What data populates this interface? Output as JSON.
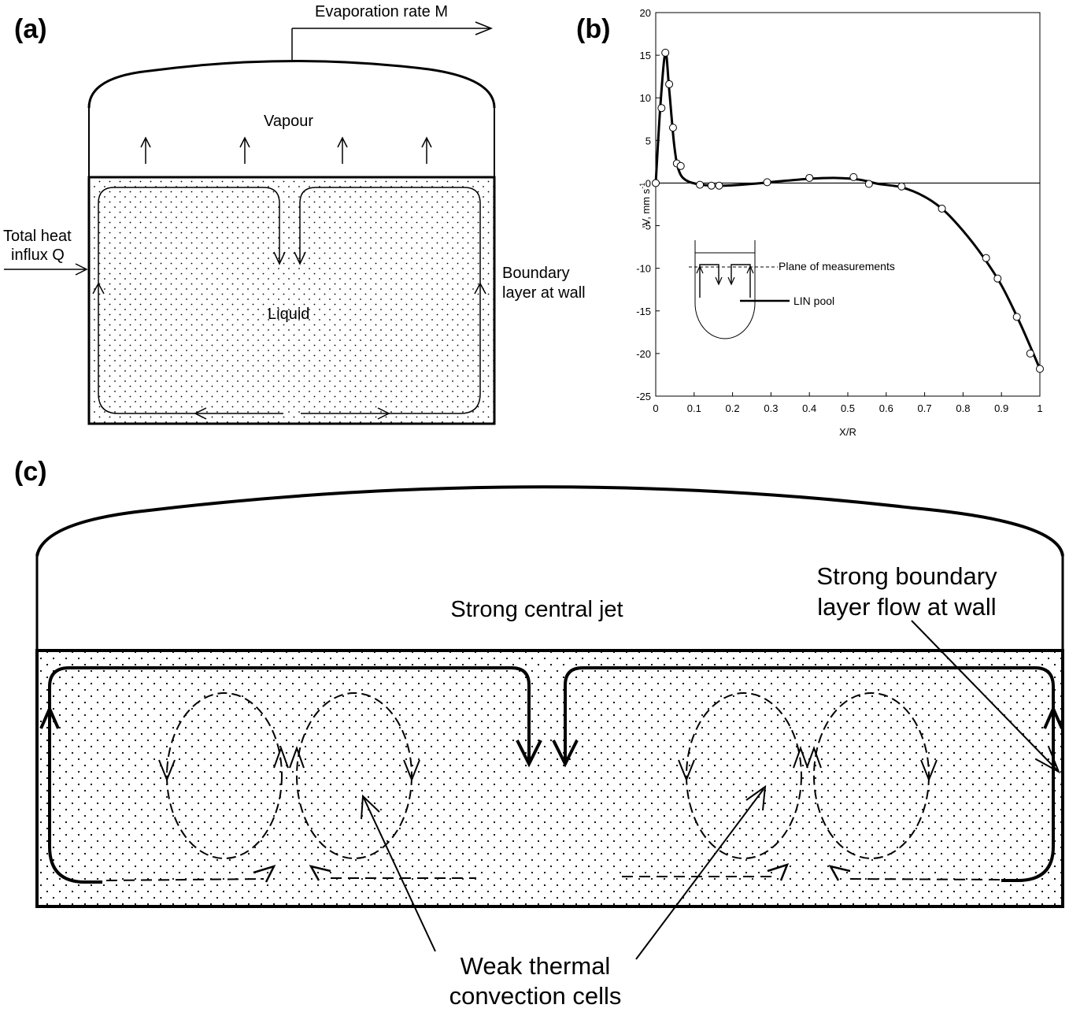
{
  "panels": {
    "a": {
      "label": "(a)",
      "evaporation": "Evaporation rate M",
      "vapour": "Vapour",
      "liquid": "Liquid",
      "heat_line1": "Total heat",
      "heat_line2": "influx Q",
      "boundary_line1": "Boundary",
      "boundary_line2": "layer at wall"
    },
    "b": {
      "label": "(b)",
      "plane_label": "Plane of measurements",
      "pool_label": "LIN pool"
    },
    "c": {
      "label": "(c)",
      "central_jet": "Strong central jet",
      "boundary_line1": "Strong boundary",
      "boundary_line2": "layer flow at wall",
      "cells_line1": "Weak thermal",
      "cells_line2": "convection cells"
    }
  },
  "chart_data": {
    "type": "line",
    "xlabel": "X/R",
    "ylabel": "V, mm s",
    "ylabel_superscript": "-1",
    "xlim": [
      0,
      1
    ],
    "ylim": [
      -25,
      20
    ],
    "xticks": [
      "0",
      "0.1",
      "0.2",
      "0.3",
      "0.4",
      "0.5",
      "0.6",
      "0.7",
      "0.8",
      "0.9",
      "1"
    ],
    "yticks": [
      "20",
      "15",
      "10",
      "5",
      "0",
      "-5",
      "-10",
      "-15",
      "-20",
      "-25"
    ],
    "markers": [
      {
        "x": 0.0,
        "y": 0.0
      },
      {
        "x": 0.015,
        "y": 8.8
      },
      {
        "x": 0.025,
        "y": 15.3
      },
      {
        "x": 0.035,
        "y": 11.6
      },
      {
        "x": 0.045,
        "y": 6.5
      },
      {
        "x": 0.055,
        "y": 2.3
      },
      {
        "x": 0.065,
        "y": 2.0
      },
      {
        "x": 0.115,
        "y": -0.2
      },
      {
        "x": 0.145,
        "y": -0.3
      },
      {
        "x": 0.165,
        "y": -0.3
      },
      {
        "x": 0.29,
        "y": 0.1
      },
      {
        "x": 0.4,
        "y": 0.6
      },
      {
        "x": 0.515,
        "y": 0.7
      },
      {
        "x": 0.555,
        "y": -0.1
      },
      {
        "x": 0.64,
        "y": -0.4
      },
      {
        "x": 0.745,
        "y": -3.0
      },
      {
        "x": 0.86,
        "y": -8.8
      },
      {
        "x": 0.89,
        "y": -11.2
      },
      {
        "x": 0.94,
        "y": -15.7
      },
      {
        "x": 0.975,
        "y": -20.0
      },
      {
        "x": 1.0,
        "y": -21.8
      }
    ],
    "curve": [
      {
        "x": 0.0,
        "y": 0.0
      },
      {
        "x": 0.012,
        "y": 9.0
      },
      {
        "x": 0.025,
        "y": 15.3
      },
      {
        "x": 0.035,
        "y": 11.0
      },
      {
        "x": 0.048,
        "y": 4.5
      },
      {
        "x": 0.06,
        "y": 1.5
      },
      {
        "x": 0.08,
        "y": 0.3
      },
      {
        "x": 0.12,
        "y": -0.2
      },
      {
        "x": 0.18,
        "y": -0.3
      },
      {
        "x": 0.25,
        "y": -0.1
      },
      {
        "x": 0.32,
        "y": 0.2
      },
      {
        "x": 0.4,
        "y": 0.5
      },
      {
        "x": 0.47,
        "y": 0.6
      },
      {
        "x": 0.53,
        "y": 0.4
      },
      {
        "x": 0.58,
        "y": -0.1
      },
      {
        "x": 0.64,
        "y": -0.5
      },
      {
        "x": 0.7,
        "y": -1.6
      },
      {
        "x": 0.75,
        "y": -3.2
      },
      {
        "x": 0.8,
        "y": -5.6
      },
      {
        "x": 0.85,
        "y": -8.5
      },
      {
        "x": 0.9,
        "y": -12.0
      },
      {
        "x": 0.95,
        "y": -16.6
      },
      {
        "x": 1.0,
        "y": -21.8
      }
    ]
  }
}
